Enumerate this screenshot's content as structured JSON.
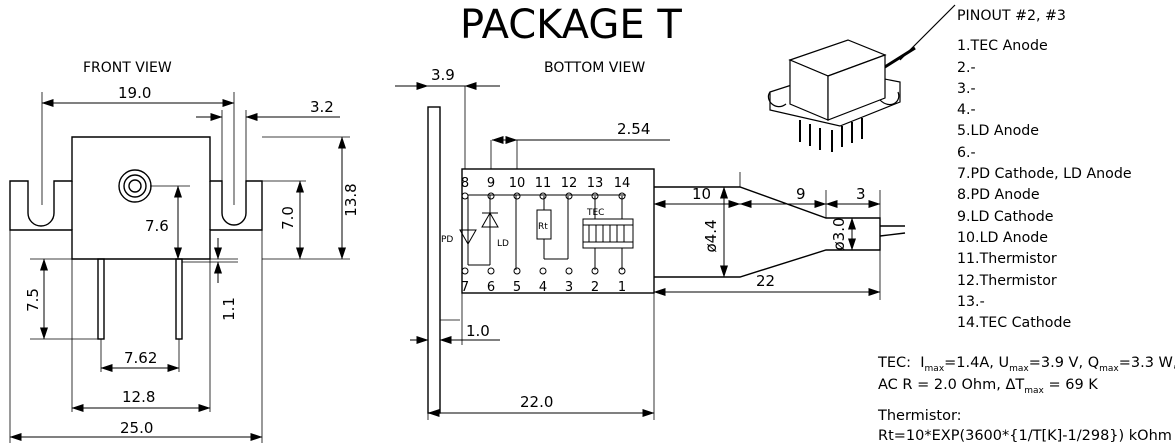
{
  "title": "PACKAGE T",
  "front_view": {
    "label": "FRONT VIEW",
    "dims": {
      "width_19": "19.0",
      "slot_3_2": "3.2",
      "height_13_8": "13.8",
      "h_7_0": "7.0",
      "h_7_6": "7.6",
      "pin_7_5": "7.5",
      "pin_1_1": "1.1",
      "pitch_7_62": "7.62",
      "w_12_8": "12.8",
      "w_25": "25.0"
    }
  },
  "bottom_view": {
    "label": "BOTTOM VIEW",
    "dims": {
      "d_3_9": "3.9",
      "d_2_54": "2.54",
      "d_10": "10",
      "d_9": "9",
      "d_3": "3",
      "dia_4_4": "ø4.4",
      "dia_3_0": "ø3.0",
      "d_22": "22",
      "d_1_0": "1.0",
      "d_22_0": "22.0"
    },
    "top_pins": [
      "8",
      "9",
      "10",
      "11",
      "12",
      "13",
      "14"
    ],
    "bottom_pins": [
      "7",
      "6",
      "5",
      "4",
      "3",
      "2",
      "1"
    ],
    "components": {
      "pd": "PD",
      "ld": "LD",
      "rt": "Rt",
      "tec": "TEC"
    }
  },
  "pinout": {
    "header": "PINOUT #2, #3",
    "pins": [
      "1.TEC Anode",
      "2.-",
      "3.-",
      "4.-",
      "5.LD Anode",
      "6.-",
      "7.PD Cathode, LD Anode",
      "8.PD Anode",
      "9.LD Cathode",
      "10.LD Anode",
      "11.Thermistor",
      "12.Thermistor",
      "13.-",
      "14.TEC Cathode"
    ]
  },
  "notes": {
    "tec_prefix": "TEC:",
    "i": "I",
    "i_sub": "max",
    "i_val": "=1.4A,",
    "u": "U",
    "u_sub": "max",
    "u_val": "=3.9 V,",
    "q": "Q",
    "q_sub": "max",
    "q_val": "=3.3 W,",
    "ac": "AC R = 2.0 Ohm,",
    "dt": "ΔT",
    "dt_sub": "max",
    "dt_val": "= 69 K",
    "thermistor": "Thermistor:",
    "formula": "Rt=10*EXP(3600*{1/T[K]-1/298}) kOhm"
  }
}
